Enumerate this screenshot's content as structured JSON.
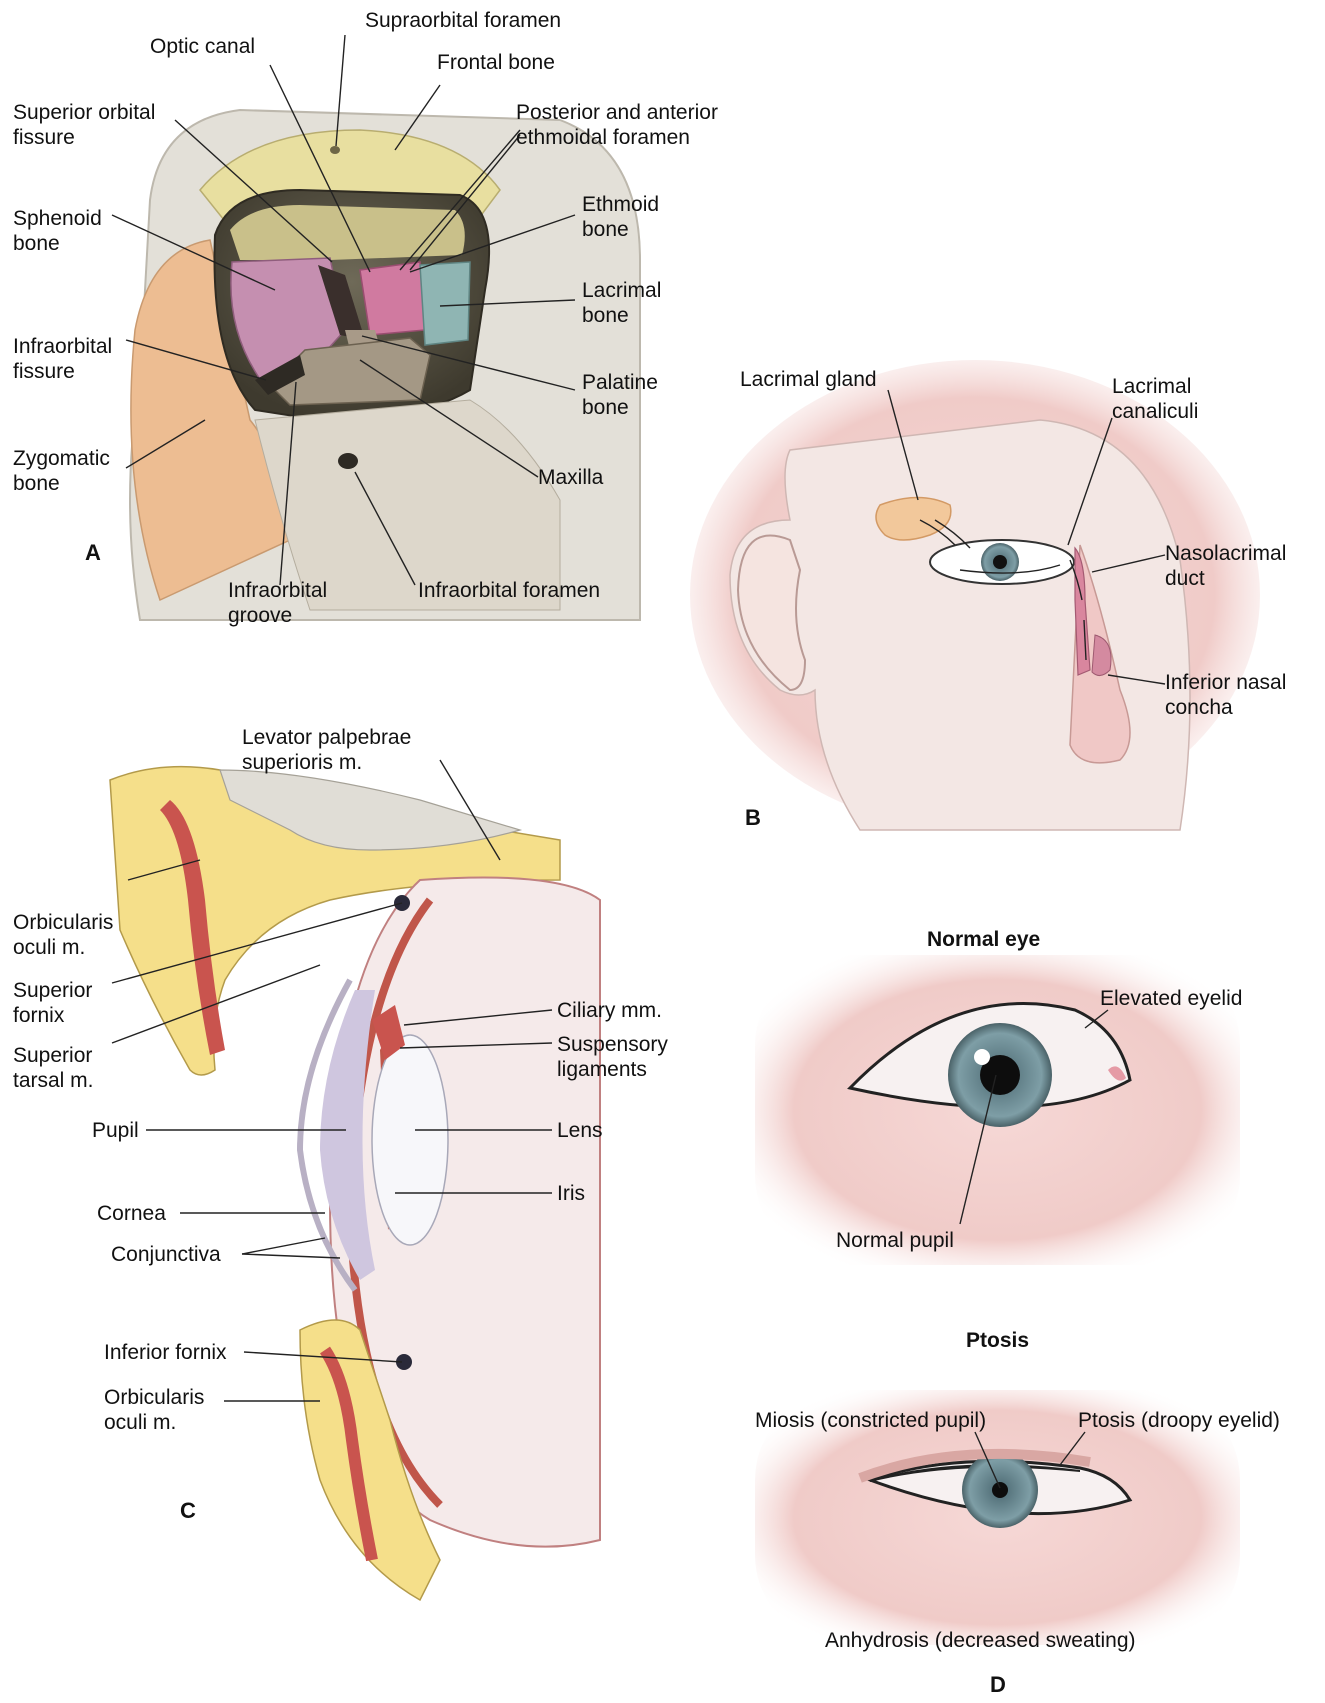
{
  "panels": {
    "a": "A",
    "b": "B",
    "c": "C",
    "d": "D"
  },
  "panel_a": {
    "supraorbital_foramen": "Supraorbital foramen",
    "optic_canal": "Optic canal",
    "frontal_bone": "Frontal bone",
    "superior_orbital_fissure": "Superior orbital\nfissure",
    "post_ant_ethmoidal_foramen": "Posterior and anterior\nethmoidal foramen",
    "sphenoid_bone": "Sphenoid\nbone",
    "ethmoid_bone": "Ethmoid\nbone",
    "lacrimal_bone": "Lacrimal\nbone",
    "infraorbital_fissure": "Infraorbital\nfissure",
    "palatine_bone": "Palatine\nbone",
    "zygomatic_bone": "Zygomatic\nbone",
    "maxilla": "Maxilla",
    "infraorbital_groove": "Infraorbital\ngroove",
    "infraorbital_foramen": "Infraorbital foramen"
  },
  "panel_b": {
    "lacrimal_gland": "Lacrimal gland",
    "lacrimal_canaliculi": "Lacrimal\ncanaliculi",
    "nasolacrimal_duct": "Nasolacrimal\nduct",
    "inferior_nasal_concha": "Inferior nasal\nconcha"
  },
  "panel_c": {
    "levator_palpebrae": "Levator palpebrae\nsuperioris m.",
    "orbicularis_oculi_top": "Orbicularis\noculi m.",
    "superior_fornix": "Superior\nfornix",
    "superior_tarsal": "Superior\ntarsal m.",
    "ciliary": "Ciliary mm.",
    "suspensory": "Suspensory\nligaments",
    "pupil": "Pupil",
    "lens": "Lens",
    "iris": "Iris",
    "cornea": "Cornea",
    "conjunctiva": "Conjunctiva",
    "inferior_fornix": "Inferior fornix",
    "orbicularis_oculi_bottom": "Orbicularis\noculi m."
  },
  "panel_d": {
    "normal_heading": "Normal eye",
    "elevated_eyelid": "Elevated eyelid",
    "normal_pupil": "Normal pupil",
    "ptosis_heading": "Ptosis",
    "miosis": "Miosis (constricted pupil)",
    "ptosis_label": "Ptosis (droopy eyelid)",
    "anhydrosis": "Anhydrosis (decreased sweating)"
  },
  "colors": {
    "frontal": "#e8dfa0",
    "sphenoid": "#c58fb0",
    "ethmoid": "#d07aa0",
    "lacrimal": "#8fb5b3",
    "palatine": "#a89a88",
    "maxilla": "#ddd7cb",
    "zygomatic": "#edbd92",
    "skin": "#f2cdcb",
    "fat": "#f5df8a",
    "muscle": "#c9544e",
    "iris": "#6e8f98"
  }
}
